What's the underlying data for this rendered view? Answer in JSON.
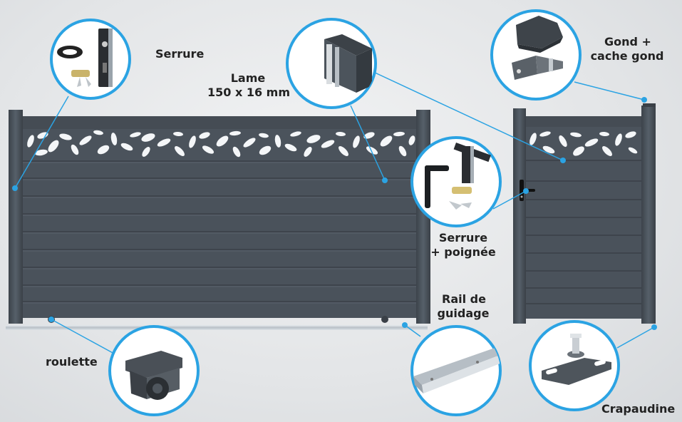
{
  "labels": {
    "serrure": "Serrure",
    "lame_title": "Lame",
    "lame_dims": "150 x 16 mm",
    "gond_l1": "Gond +",
    "gond_l2": "cache gond",
    "serrure_poignee_l1": "Serrure",
    "serrure_poignee_l2": "+ poignée",
    "rail_l1": "Rail de",
    "rail_l2": "guidage",
    "roulette": "roulette",
    "crapaudine": "Crapaudine"
  },
  "colors": {
    "gate": "#4b535c",
    "gate_dark": "#3a4047",
    "callout": "#2ba3e3",
    "pattern": "#f4f6f8"
  },
  "icons": {
    "serrure": "lock-kit-icon",
    "lame": "aluminium-slat-icon",
    "gond": "hinge-cover-icon",
    "serrure_poignee": "lock-handle-kit-icon",
    "rail": "guide-rail-icon",
    "roulette": "wheel-icon",
    "crapaudine": "pivot-plate-icon"
  }
}
